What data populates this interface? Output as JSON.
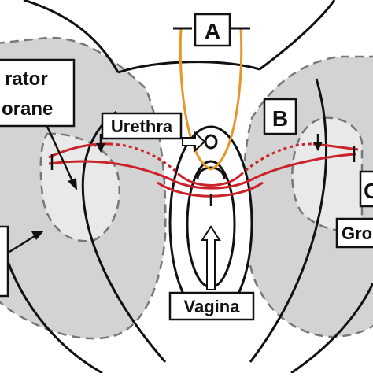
{
  "labels": {
    "box_a": "A",
    "box_b": "B",
    "obturator_line1": "rator",
    "obturator_line2": "orane",
    "urethra": "Urethra",
    "vagina": "Vagina",
    "groin": "Gro",
    "right_edge_partial": "C"
  },
  "colors": {
    "membrane_fill": "#d3d3d3",
    "inner_light_fill": "#e9e9e9",
    "sling_red": "#cc2229",
    "trocar_orange": "#e8952a",
    "outline": "#111111",
    "dashed": "#777777"
  }
}
